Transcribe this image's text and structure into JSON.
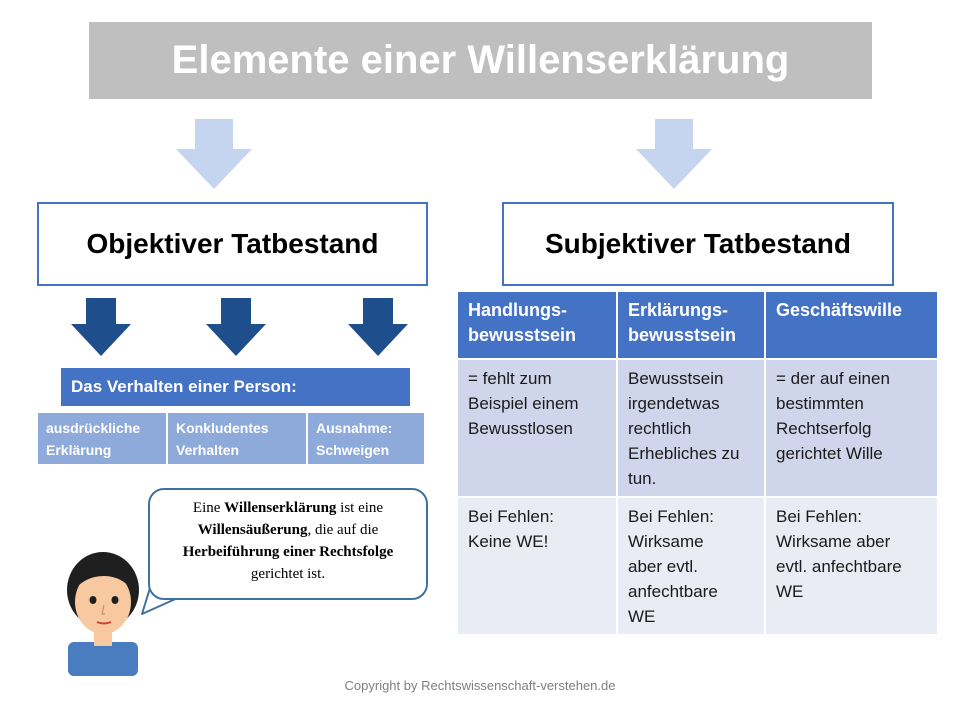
{
  "title": "Elemente einer Willenserklärung",
  "objective": {
    "heading": "Objektiver Tatbestand",
    "behavior_label": "Das Verhalten einer Person:",
    "types": [
      {
        "line1": "ausdrückliche",
        "line2": "Erklärung"
      },
      {
        "line1": "Konkludentes",
        "line2": "Verhalten"
      },
      {
        "line1": "Ausnahme:",
        "line2": "Schweigen"
      }
    ]
  },
  "subjective": {
    "heading": "Subjektiver Tatbestand",
    "columns": [
      {
        "header": [
          "Handlungs-",
          "bewusstsein"
        ],
        "definition": [
          "= fehlt zum",
          "Beispiel einem",
          "Bewusstlosen"
        ],
        "missing": [
          "Bei Fehlen:",
          "Keine WE!"
        ]
      },
      {
        "header": [
          "Erklärungs-",
          "bewusstsein"
        ],
        "definition": [
          "Bewusstsein",
          "irgendetwas",
          "rechtlich",
          "Erhebliches zu",
          "tun."
        ],
        "missing": [
          "Bei Fehlen:",
          "Wirksame",
          "aber evtl.",
          "anfechtbare",
          "WE"
        ]
      },
      {
        "header": [
          "Geschäftswille"
        ],
        "definition": [
          "= der auf einen",
          "bestimmten",
          "Rechtserfolg",
          "gerichtet Wille"
        ],
        "missing": [
          "Bei Fehlen:",
          "Wirksame aber",
          "evtl. anfechtbare",
          "WE"
        ]
      }
    ]
  },
  "speech": {
    "p1": "Eine ",
    "b1": "Willenserklärung",
    "p2": " ist eine ",
    "b2": "Willensäußerung",
    "p3": ", die auf die ",
    "b3": "Herbeiführung einer Rechtsfolge",
    "p4": " gerichtet ist."
  },
  "copyright": "Copyright by Rechtswissenschaft-verstehen.de",
  "colors": {
    "title_bg": "#bfbfbf",
    "accent": "#4472c4",
    "accent_light": "#8eaadb",
    "arrow_light": "#c5d5ef",
    "arrow_dark": "#1f4e8c"
  }
}
